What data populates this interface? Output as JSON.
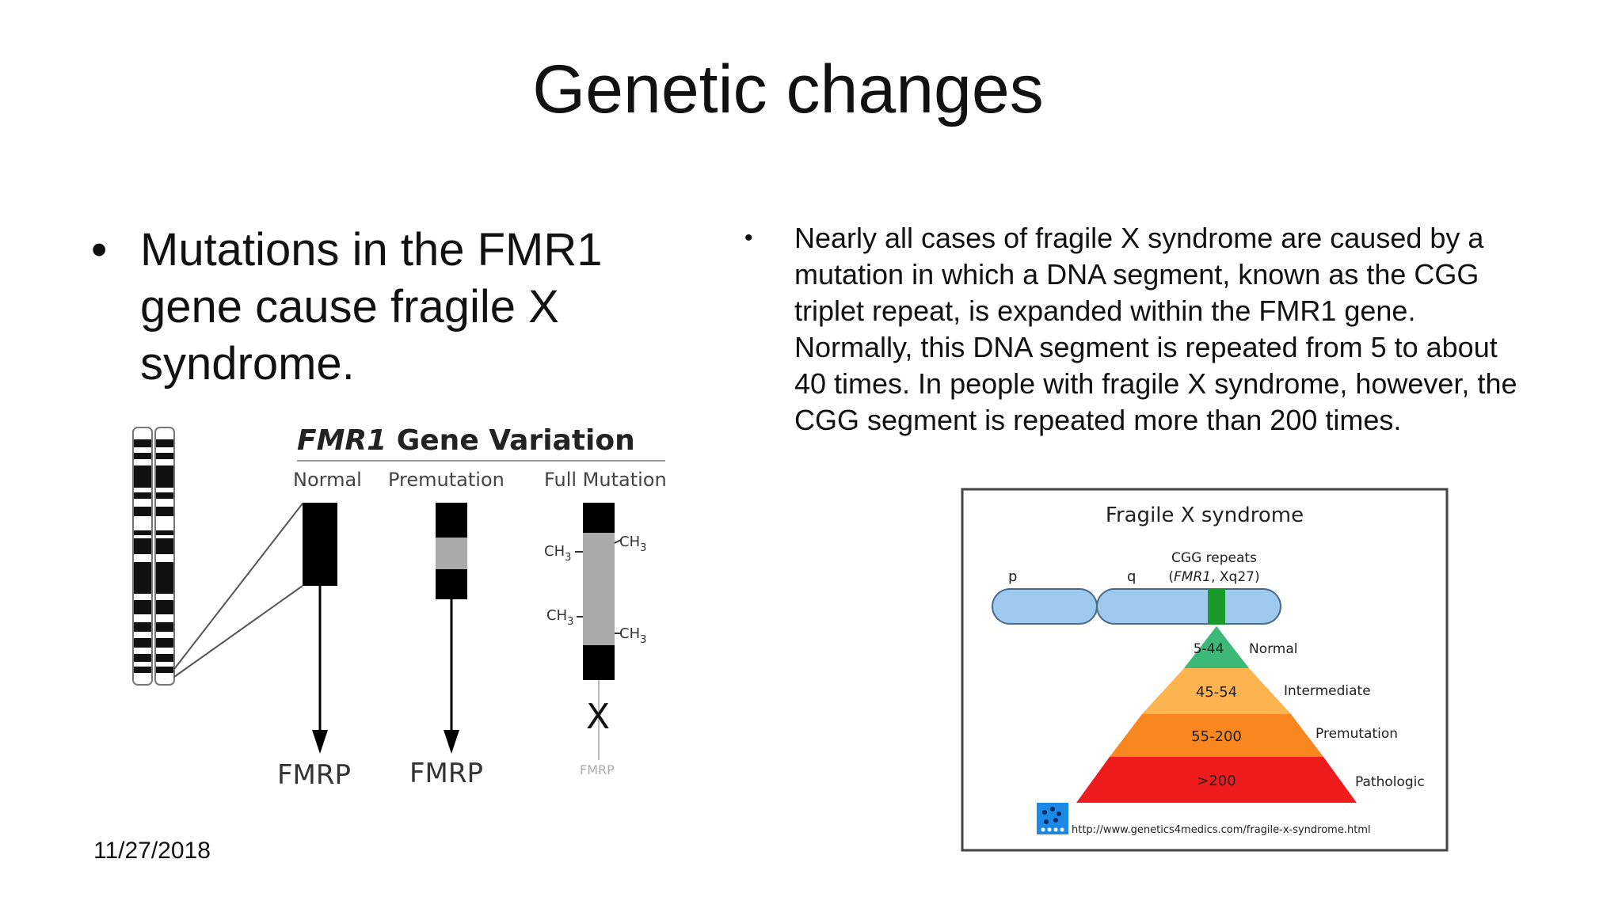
{
  "slide": {
    "title": "Genetic changes",
    "left_bullet": "Mutations in the FMR1 gene cause fragile X syndrome.",
    "right_bullet": "Nearly all cases of fragile X syndrome are caused by a mutation in which a DNA segment, known as the CGG triplet repeat, is expanded within the FMR1 gene. Normally, this DNA segment is repeated from 5 to about 40 times. In people with fragile X syndrome, however, the CGG segment is repeated more than 200 times.",
    "date": "11/27/2018"
  },
  "fig1": {
    "title_italic": "FMR1",
    "title_rest": " Gene Variation",
    "col_normal": "Normal",
    "col_premutation": "Premutation",
    "col_full": "Full Mutation",
    "ch3": "CH",
    "ch3_sub": "3",
    "protein_normal": "FMRP",
    "protein_premutation": "FMRP",
    "protein_full": "FMRP",
    "blocked": "X"
  },
  "fig2": {
    "title": "Fragile X syndrome",
    "p_arm": "p",
    "q_arm": "q",
    "cgg_line1": "CGG repeats",
    "cgg_gene": "FMR1",
    "cgg_rest": ", Xq27)",
    "cgg_open": "(",
    "levels": [
      {
        "range": "5-44",
        "label": "Normal",
        "color": "#3cb878"
      },
      {
        "range": "45-54",
        "label": "Intermediate",
        "color": "#fbb450"
      },
      {
        "range": "55-200",
        "label": "Premutation",
        "color": "#f7871e"
      },
      {
        "range": ">200",
        "label": "Pathologic",
        "color": "#ee1c1c"
      }
    ],
    "url": "http://www.genetics4medics.com/fragile-x-syndrome.html"
  }
}
